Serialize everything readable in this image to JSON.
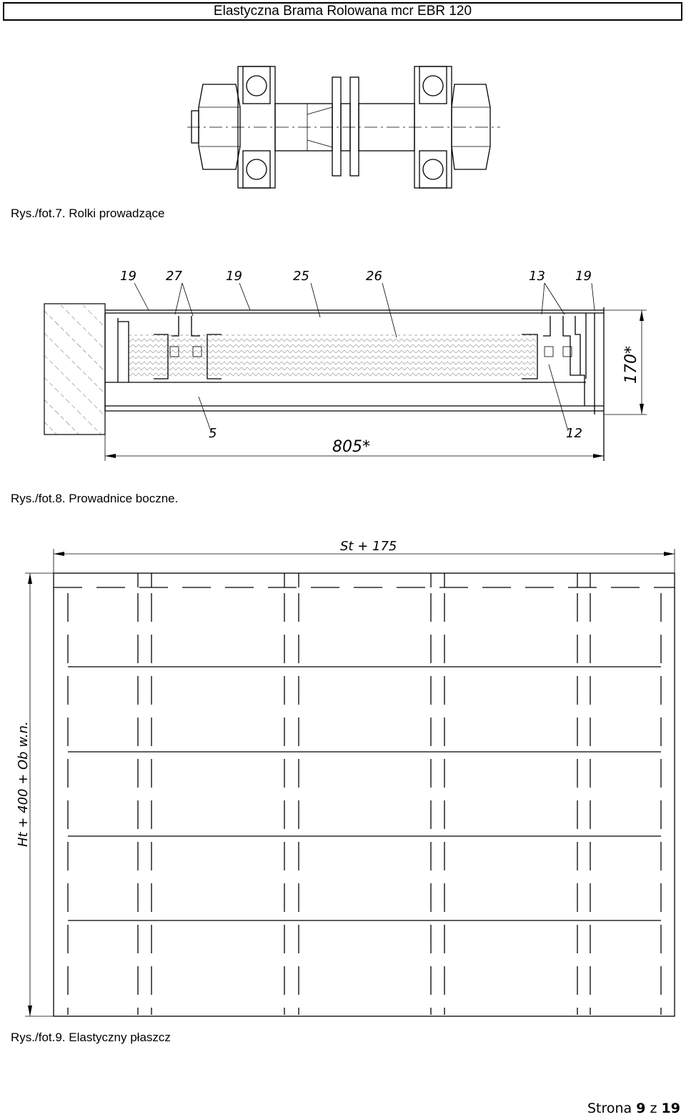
{
  "header": {
    "title": "Elastyczna Brama Rolowana mcr EBR 120"
  },
  "figures": [
    {
      "caption": "Rys./fot.7. Rolki prowadzące"
    },
    {
      "caption": "Rys./fot.8. Prowadnice boczne.",
      "labels_top": [
        "19",
        "27",
        "19",
        "25",
        "26",
        "13",
        "19"
      ],
      "labels_bottom": [
        "5",
        "12"
      ],
      "dim_width": "805*",
      "dim_height": "170*"
    },
    {
      "caption": "Rys./fot.9. Elastyczny płaszcz",
      "dim_width": "St + 175",
      "dim_height": "Ht + 400 + Ob w.n."
    }
  ],
  "footer": {
    "prefix": "Strona",
    "page": "9",
    "sep": "z",
    "total": "19"
  }
}
